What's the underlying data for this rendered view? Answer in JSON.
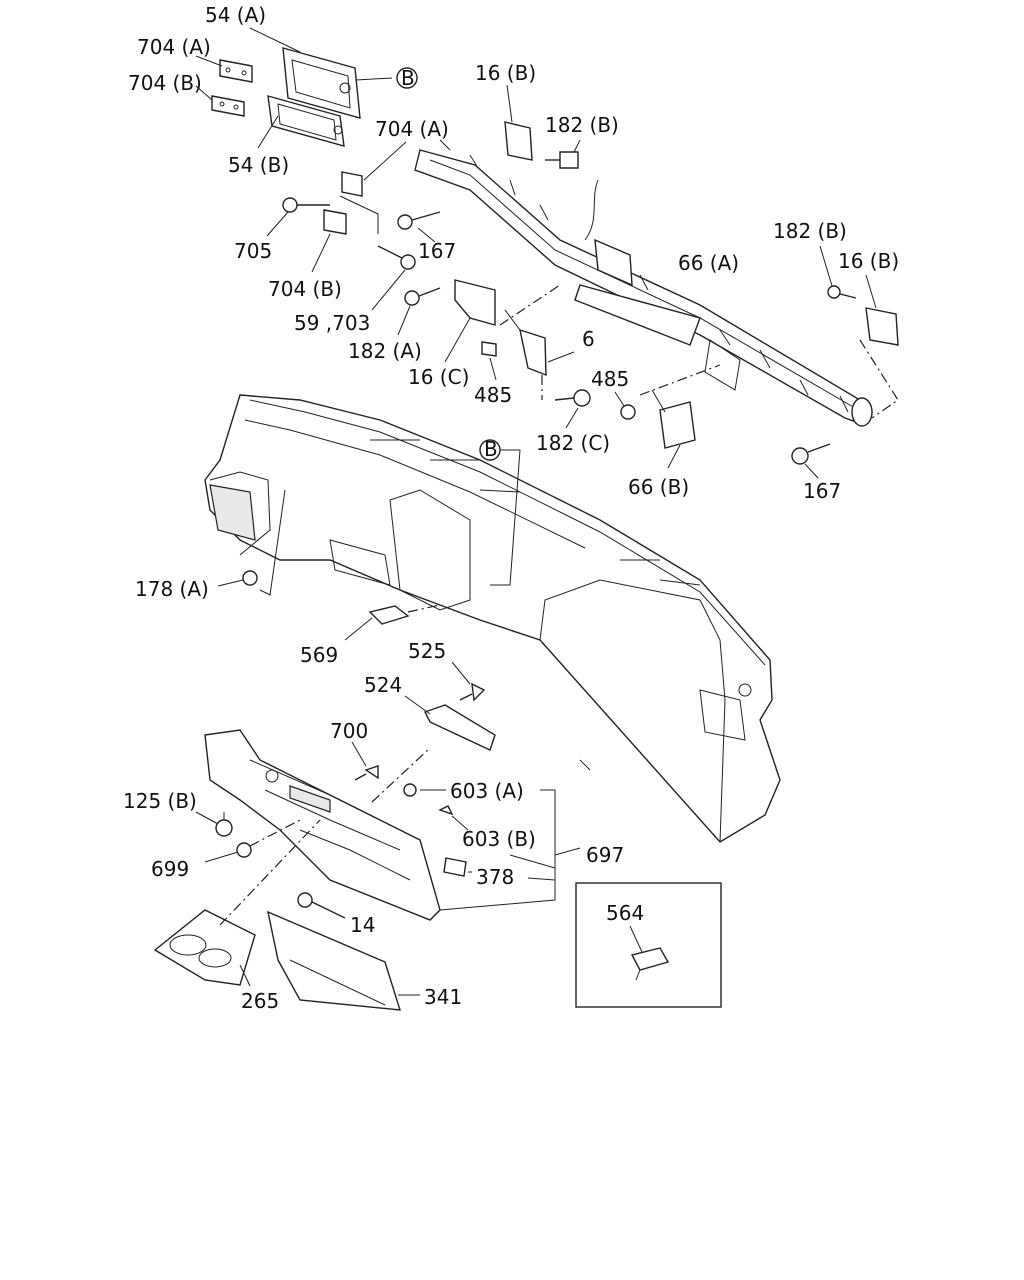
{
  "labels": {
    "p54a": "54 (A)",
    "p704a_top": "704 (A)",
    "p704b_top": "704 (B)",
    "b_circle_top": "B",
    "p54b": "54 (B)",
    "p16b_top": "16 (B)",
    "p182b_top": "182 (B)",
    "p704a_mid": "704 (A)",
    "p705": "705",
    "p167_top": "167",
    "p704b_mid": "704 (B)",
    "p59_703": "59 ,703",
    "p182a": "182 (A)",
    "p66a": "66 (A)",
    "p182b_right": "182 (B)",
    "p16b_right": "16 (B)",
    "p6": "6",
    "p16c": "16 (C)",
    "p485_left": "485",
    "p485_right": "485",
    "p182c": "182 (C)",
    "b_circle_mid": "B",
    "p66b": "66 (B)",
    "p167_bottom": "167",
    "p178a": "178 (A)",
    "p569": "569",
    "p525": "525",
    "p524": "524",
    "p700": "700",
    "p125b": "125 (B)",
    "p603a": "603 (A)",
    "p603b": "603 (B)",
    "p697": "697",
    "p378": "378",
    "p699": "699",
    "p14": "14",
    "p564": "564",
    "p265": "265",
    "p341": "341"
  }
}
